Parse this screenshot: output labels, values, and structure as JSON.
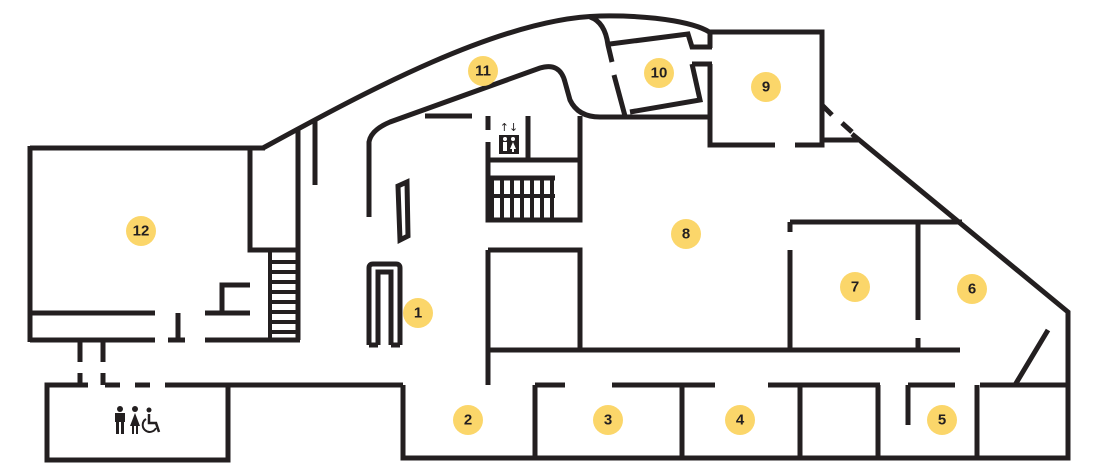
{
  "map": {
    "rooms": [
      {
        "id": "room-1",
        "label": "1"
      },
      {
        "id": "room-2",
        "label": "2"
      },
      {
        "id": "room-3",
        "label": "3"
      },
      {
        "id": "room-4",
        "label": "4"
      },
      {
        "id": "room-5",
        "label": "5"
      },
      {
        "id": "room-6",
        "label": "6"
      },
      {
        "id": "room-7",
        "label": "7"
      },
      {
        "id": "room-8",
        "label": "8"
      },
      {
        "id": "room-9",
        "label": "9"
      },
      {
        "id": "room-10",
        "label": "10"
      },
      {
        "id": "room-11",
        "label": "11"
      },
      {
        "id": "room-12",
        "label": "12"
      }
    ],
    "icons": {
      "elevator": "elevator-icon",
      "restroom": "restroom-icon",
      "accessible": "wheelchair-icon"
    },
    "colors": {
      "marker": "#fbd66a",
      "wall": "#231f20"
    }
  }
}
